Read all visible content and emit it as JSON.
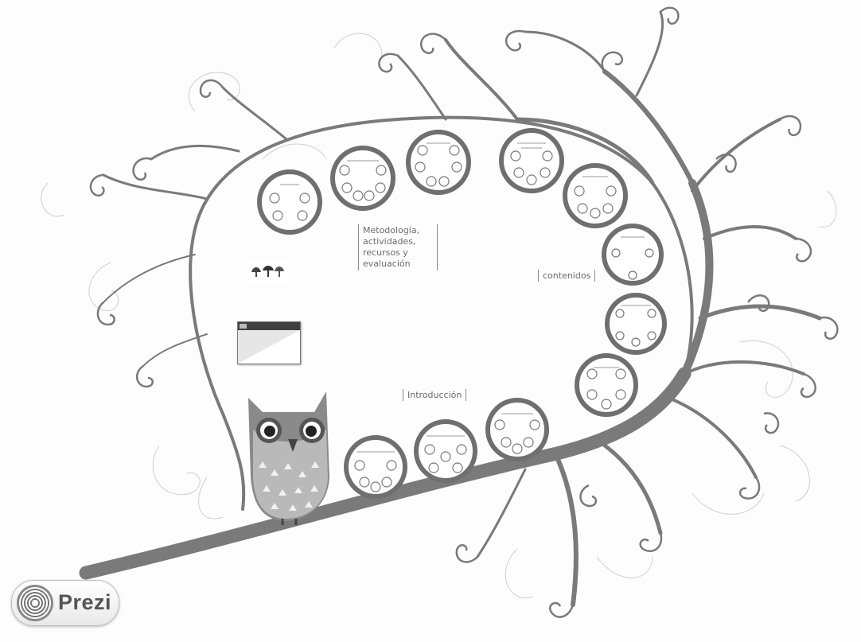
{
  "frames": {
    "metodologia": "Metodología, actividades, recursos y evaluación",
    "contenidos": "contenidos",
    "introduccion": "Introducción"
  },
  "badge": {
    "label": "Prezi"
  },
  "colors": {
    "branch": "#7a7a7a",
    "ring": "#707070",
    "background": "#fdfdfd"
  },
  "icons": [
    "prezi-logo-icon",
    "owl-illustration",
    "tree-illustration"
  ]
}
